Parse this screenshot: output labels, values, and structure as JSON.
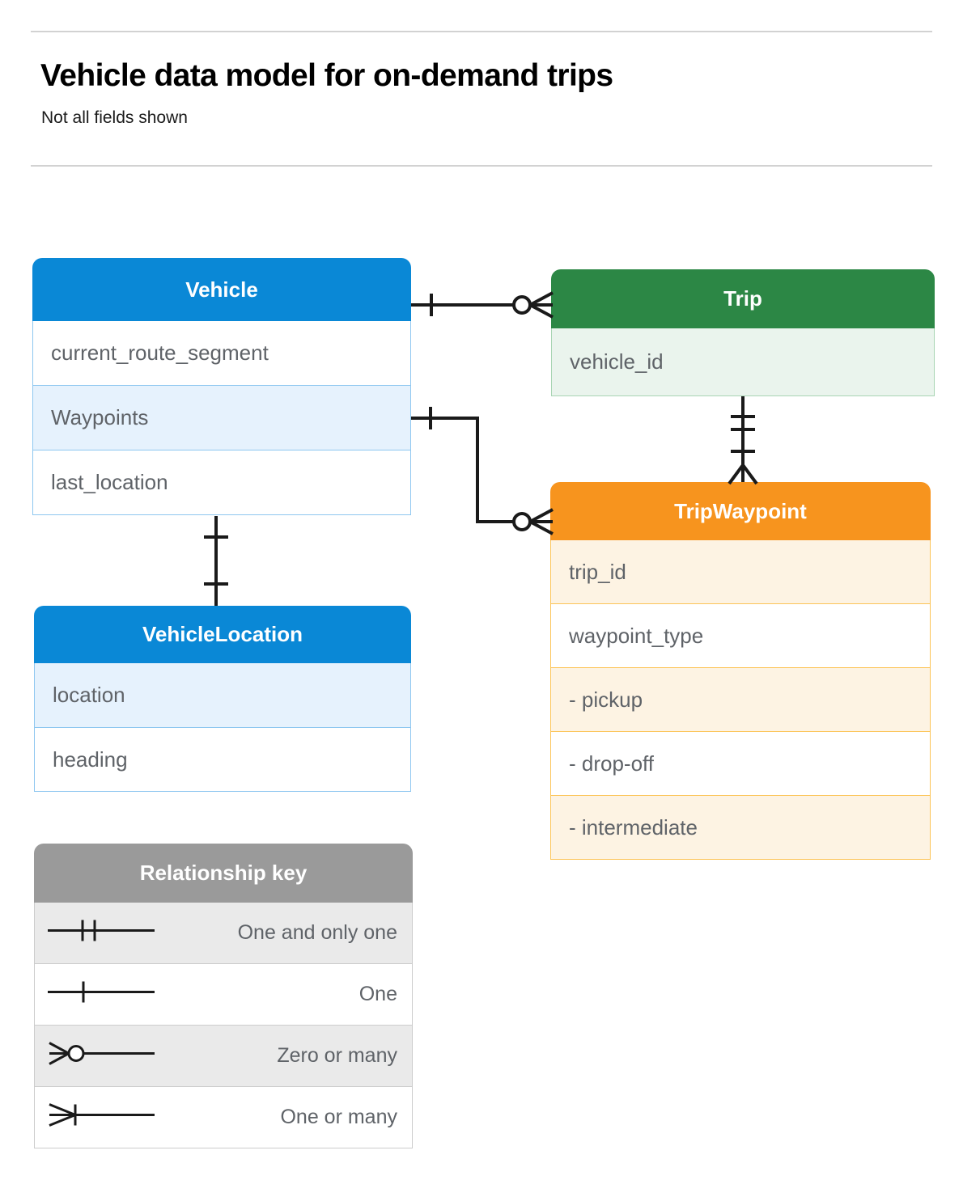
{
  "header": {
    "title": "Vehicle data model for on-demand trips",
    "subtitle": "Not all fields shown"
  },
  "colors": {
    "vehicle": "#0a88d6",
    "trip": "#2c8745",
    "trip_waypoint": "#f7941e",
    "legend": "#9a9a9a",
    "field_text": "#5f6368",
    "rule": "#d2d2d2"
  },
  "entities": [
    {
      "id": "vehicle",
      "name": "Vehicle",
      "fields": [
        "current_route_segment",
        "Waypoints",
        "last_location"
      ]
    },
    {
      "id": "trip",
      "name": "Trip",
      "fields": [
        "vehicle_id"
      ]
    },
    {
      "id": "trip_waypoint",
      "name": "TripWaypoint",
      "fields": [
        "trip_id",
        "waypoint_type",
        "-  pickup",
        "-  drop-off",
        "-  intermediate"
      ]
    },
    {
      "id": "vehicle_location",
      "name": "VehicleLocation",
      "fields": [
        "location",
        "heading"
      ]
    }
  ],
  "legend": {
    "title": "Relationship key",
    "items": [
      {
        "symbol": "one-and-only-one",
        "label": "One and only one"
      },
      {
        "symbol": "one",
        "label": "One"
      },
      {
        "symbol": "zero-or-many",
        "label": "Zero or many"
      },
      {
        "symbol": "one-or-many",
        "label": "One or many"
      }
    ]
  },
  "relationships": [
    {
      "from": "Vehicle",
      "to": "Trip",
      "from_cardinality": "One",
      "to_cardinality": "Zero or many"
    },
    {
      "from": "Vehicle.Waypoints",
      "to": "TripWaypoint",
      "from_cardinality": "One",
      "to_cardinality": "Zero or many"
    },
    {
      "from": "Trip",
      "to": "TripWaypoint",
      "from_cardinality": "One and only one",
      "to_cardinality": "One or many"
    },
    {
      "from": "Vehicle",
      "to": "VehicleLocation",
      "from_cardinality": "One",
      "to_cardinality": "One"
    }
  ]
}
